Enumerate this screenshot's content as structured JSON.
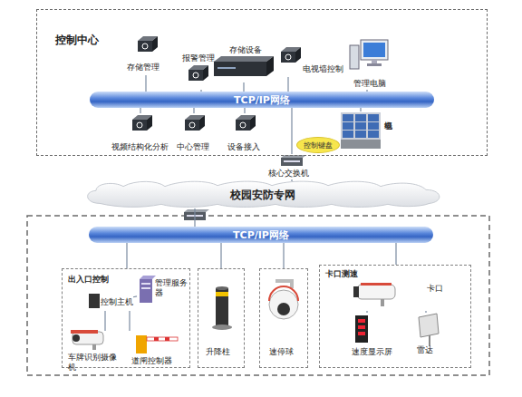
{
  "diagram": {
    "nodes": [
      {
        "text": [
          "控制中心"
        ]
      },
      {
        "text": [
          "存储管理"
        ],
        "in": 0
      },
      {
        "text": [
          "报警管理"
        ],
        "in": 0
      },
      {
        "text": [
          "存储设备"
        ],
        "in": 0
      },
      {
        "text": [
          "电视墙控制"
        ],
        "in": 0
      },
      {
        "text": [
          "管理电脑"
        ],
        "in": 0
      },
      {
        "text": [
          "TCP/IP网络"
        ],
        "in": 0
      },
      {
        "text": [
          "视频结构化分析"
        ],
        "in": 0
      },
      {
        "text": [
          "中心管理"
        ],
        "in": 0
      },
      {
        "text": [
          "设备接入"
        ],
        "in": 0
      },
      {
        "text": [
          "电视墙"
        ],
        "in": 0
      },
      {
        "text": [
          "控制键盘"
        ],
        "in": 0
      },
      {
        "text": [
          "核心交换机"
        ]
      },
      {
        "text": [
          "校园安防专网"
        ]
      },
      {
        "text": [
          "TCP/IP网络"
        ]
      },
      {
        "text": [
          "出入口控制"
        ]
      },
      {
        "text": [
          "管理服务器"
        ],
        "in": 15
      },
      {
        "text": [
          "控制主机"
        ],
        "in": 15
      },
      {
        "text": [
          "车牌识别摄像机"
        ],
        "in": 15
      },
      {
        "text": [
          "道闸控制器"
        ],
        "in": 15
      },
      {
        "text": [
          "升降柱"
        ]
      },
      {
        "text": [
          "速停球"
        ]
      },
      {
        "text": [
          "卡口测速"
        ]
      },
      {
        "text": [
          "卡口"
        ],
        "in": 22
      },
      {
        "text": [
          "速度显示屏"
        ],
        "in": 22
      },
      {
        "text": [
          "雷达"
        ],
        "in": 22
      }
    ],
    "edges": [
      {
        "from": 1,
        "to": 6,
        "arrow": "none"
      },
      {
        "from": 2,
        "to": 6,
        "arrow": "none"
      },
      {
        "from": 3,
        "to": 6,
        "arrow": "none"
      },
      {
        "from": 4,
        "to": 6,
        "arrow": "none"
      },
      {
        "from": 5,
        "to": 6,
        "arrow": "none"
      },
      {
        "from": 7,
        "to": 6,
        "arrow": "none"
      },
      {
        "from": 8,
        "to": 6,
        "arrow": "none"
      },
      {
        "from": 9,
        "to": 6,
        "arrow": "none"
      },
      {
        "from": 10,
        "to": 6,
        "arrow": "none"
      },
      {
        "from": 12,
        "to": 6,
        "arrow": "none"
      },
      {
        "from": 12,
        "to": 13,
        "arrow": "none"
      },
      {
        "from": 13,
        "to": 14,
        "arrow": "none"
      },
      {
        "from": 14,
        "to": 15,
        "arrow": "none"
      },
      {
        "from": 14,
        "to": 20,
        "arrow": "none"
      },
      {
        "from": 14,
        "to": 21,
        "arrow": "none"
      },
      {
        "from": 14,
        "to": 22,
        "arrow": "none"
      },
      {
        "from": 16,
        "to": 17,
        "arrow": "none"
      },
      {
        "from": 17,
        "to": 18,
        "arrow": "none"
      },
      {
        "from": 17,
        "to": 19,
        "arrow": "none"
      },
      {
        "from": 23,
        "to": 24,
        "arrow": "none"
      },
      {
        "from": 23,
        "to": 25,
        "arrow": "none"
      }
    ]
  }
}
